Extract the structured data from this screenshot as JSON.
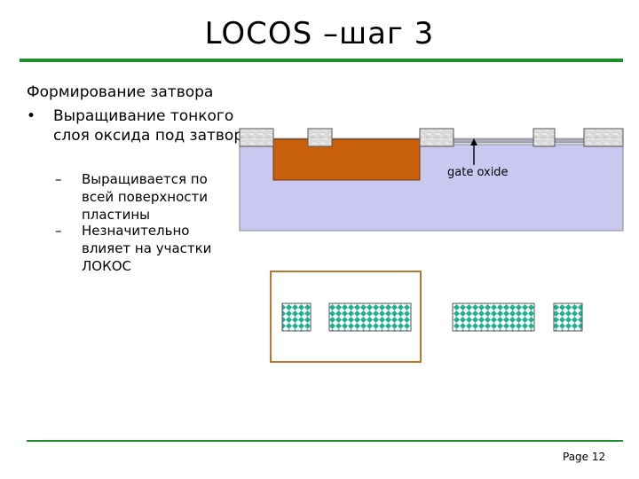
{
  "slide": {
    "title": "LOCOS –шаг 3",
    "heading": "Формирование затвора",
    "bullet": {
      "marker": "•",
      "text": "Выращивание тонкого слоя оксида под затвор"
    },
    "sub_items": [
      {
        "marker": "–",
        "text": "Выращивается по всей поверхности пластины"
      },
      {
        "marker": "–",
        "text": "Незначительно влияет на участки ЛОКОС"
      }
    ],
    "page_label": "Page 12"
  },
  "diagram": {
    "annotation": "gate oxide",
    "colors": {
      "substrate": "#c8c8f0",
      "gate_block": "#c8600c",
      "locos": "#d8d8d8",
      "mask_fill": "#20b090",
      "mask_frame": "#b8782e",
      "rule": "#1f8f2c"
    }
  }
}
